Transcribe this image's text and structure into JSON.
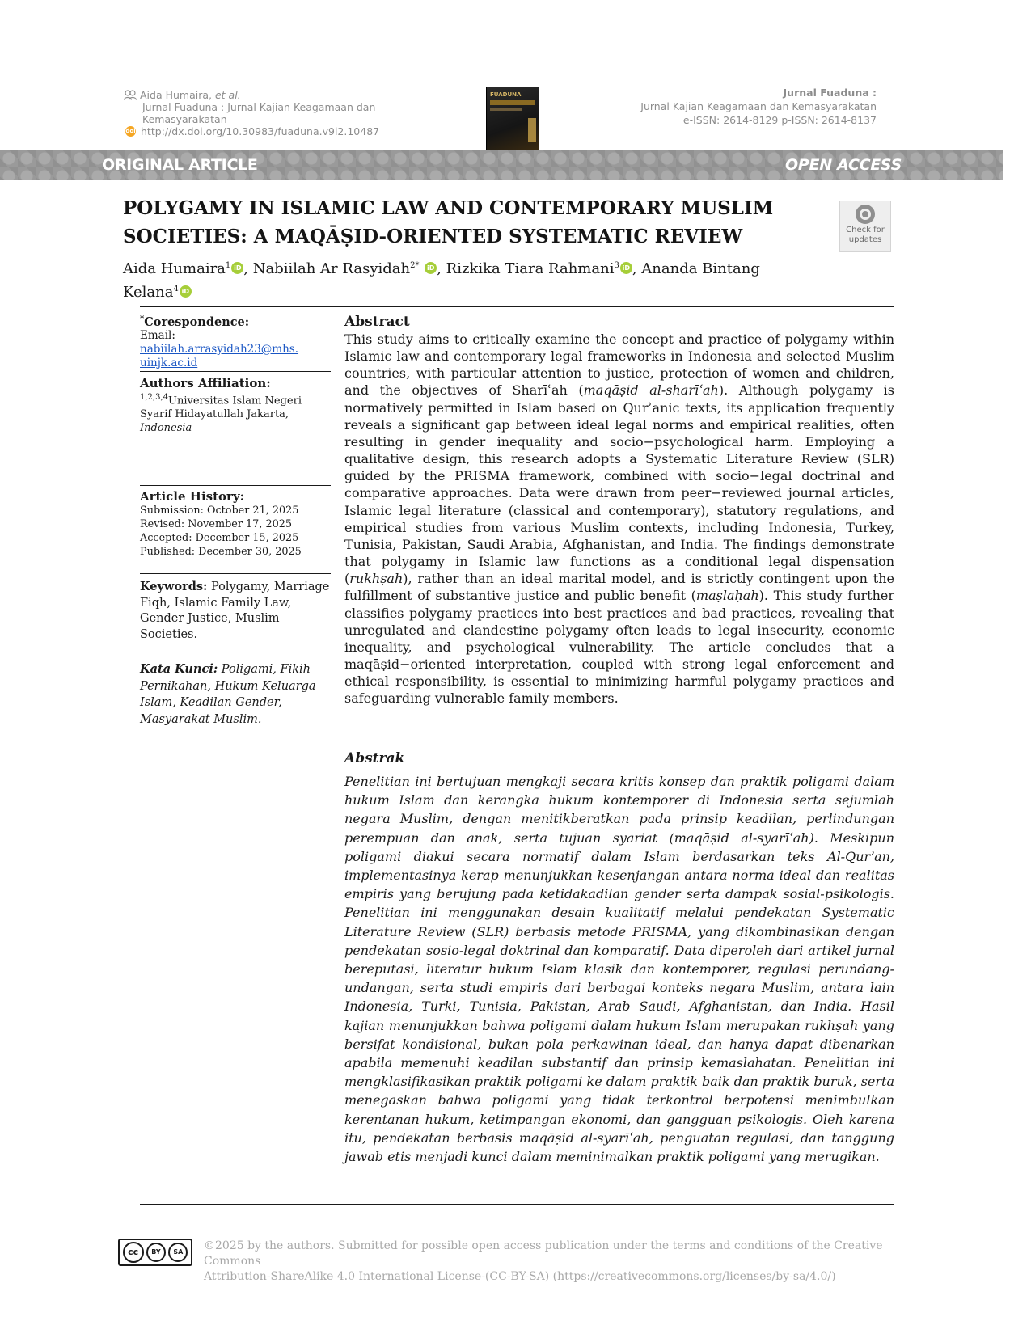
{
  "header": {
    "author_short": "Aida Humaira,",
    "et_al": "et al.",
    "journal_line1": "Jurnal Fuaduna : Jurnal Kajian Keagamaan dan",
    "journal_line2": "Kemasyarakatan",
    "doi": "http://dx.doi.org/10.30983/fuaduna.v9i2.10487",
    "doi_icon_label": "doi",
    "cover_title": "FUADUNA",
    "journal_name": "Jurnal Fuaduna :",
    "journal_subtitle": "Jurnal Kajian Keagamaan dan Kemasyarakatan",
    "issn": "e-ISSN: 2614-8129 p-ISSN: 2614-8137"
  },
  "banner": {
    "left": "ORIGINAL ARTICLE",
    "right": "OPEN ACCESS"
  },
  "article": {
    "title_line1": "POLYGAMY IN ISLAMIC LAW AND CONTEMPORARY MUSLIM",
    "title_line2": "SOCIETIES: A MAQĀṢID-ORIENTED SYSTEMATIC REVIEW",
    "check_updates": "Check for updates",
    "authors": [
      {
        "name": "Aida Humaira",
        "sup": "1"
      },
      {
        "name": ", Nabiilah Ar Rasyidah",
        "sup": "2*"
      },
      {
        "name": ", Rizkika Tiara Rahmani",
        "sup": "3"
      },
      {
        "name": ", Ananda Bintang Kelana",
        "sup": "4"
      }
    ],
    "orcid_label": "iD"
  },
  "sidebar": {
    "corr_heading": "Corespondence:",
    "corr_star": "*",
    "email_label": "Email:",
    "email_line1": "nabiilah.arrasyidah23@mhs.",
    "email_line2": "uinjk.ac.id",
    "aff_heading": "Authors Affiliation:",
    "aff_sup": "1,2,3,4",
    "aff_line1": "Universitas Islam Negeri",
    "aff_line2": "Syarif Hidayatullah Jakarta,",
    "aff_line3": "Indonesia",
    "hist_heading": "Article History:",
    "submission": "Submission: October 21, 2025",
    "revised": "Revised: November 17, 2025",
    "accepted": "Accepted: December 15, 2025",
    "published": "Published: December 30, 2025",
    "kw_heading": "Keywords:",
    "kw_text": " Polygamy, Marriage Fiqh, Islamic Family Law, Gender Justice, Muslim Societies.",
    "kk_heading": "Kata Kunci:",
    "kk_text": " Poligami, Fikih Pernikahan, Hukum Keluarga Islam, Keadilan Gender, Masyarakat Muslim."
  },
  "abstract_en": {
    "heading": "Abstract",
    "p1": "This study aims to critically examine the concept and practice of polygamy within Islamic law and contemporary legal frameworks in Indonesia and selected Muslim countries, with particular attention to justice, protection of women and children, and the objectives of Sharīʿah (",
    "t1": "maqāṣid al-sharīʿah",
    "p2": "). Although polygamy is normatively permitted in Islam based on Qurʾanic texts, its application frequently reveals a significant gap between ideal legal norms and empirical realities, often resulting in gender inequality and socio−psychological harm. Employing a qualitative design, this research adopts a Systematic Literature Review (SLR) guided by the PRISMA framework, combined with socio−legal doctrinal and comparative approaches. Data were drawn from peer−reviewed journal articles, Islamic legal literature (classical and contemporary), statutory regulations, and empirical studies from various Muslim contexts, including Indonesia, Turkey, Tunisia, Pakistan, Saudi Arabia, Afghanistan, and India. The findings demonstrate that polygamy in Islamic law functions as a conditional legal dispensation (",
    "t2": "rukhṣah",
    "p3": "), rather than an ideal marital model, and is strictly contingent upon the fulfillment of substantive justice and public benefit (",
    "t3": "maṣlaḥah",
    "p4": "). This study further classifies polygamy practices into best practices and bad practices, revealing that unregulated and clandestine polygamy often leads to legal insecurity, economic inequality, and psychological vulnerability. The article concludes that a maqāṣid−oriented interpretation, coupled with strong legal enforcement and ethical responsibility, is essential to minimizing harmful polygamy practices and safeguarding vulnerable family members."
  },
  "abstract_id": {
    "heading": "Abstrak",
    "text": "Penelitian ini bertujuan mengkaji secara kritis konsep dan praktik poligami dalam hukum Islam dan kerangka hukum kontemporer di Indonesia serta sejumlah negara Muslim, dengan menitikberatkan pada prinsip keadilan, perlindungan perempuan dan anak, serta tujuan syariat (maqāṣid al-syarīʿah). Meskipun poligami diakui secara normatif dalam Islam berdasarkan teks Al-Qurʾan, implementasinya kerap menunjukkan kesenjangan antara norma ideal dan realitas empiris yang berujung pada ketidakadilan gender serta dampak sosial-psikologis. Penelitian ini menggunakan desain kualitatif melalui pendekatan Systematic Literature Review (SLR) berbasis metode PRISMA, yang dikombinasikan dengan pendekatan sosio-legal doktrinal dan komparatif. Data diperoleh dari artikel jurnal bereputasi, literatur hukum Islam klasik dan kontemporer, regulasi perundang-undangan, serta studi empiris dari berbagai konteks negara Muslim, antara lain Indonesia, Turki, Tunisia, Pakistan, Arab Saudi, Afghanistan, dan India. Hasil kajian menunjukkan bahwa poligami dalam hukum Islam merupakan rukhṣah yang bersifat kondisional, bukan pola perkawinan ideal, dan hanya dapat dibenarkan apabila memenuhi keadilan substantif dan prinsip kemaslahatan. Penelitian ini mengklasifikasikan praktik poligami ke dalam praktik baik dan praktik buruk, serta menegaskan bahwa poligami yang tidak terkontrol berpotensi menimbulkan kerentanan hukum, ketimpangan ekonomi, dan gangguan psikologis. Oleh karena itu, pendekatan berbasis maqāṣid al-syarīʿah, penguatan regulasi, dan tanggung jawab etis menjadi kunci dalam meminimalkan praktik poligami yang merugikan."
  },
  "footer": {
    "cc_label": "cc",
    "by_label": "BY",
    "sa_label": "SA",
    "license_line1": "©2025 by the authors. Submitted for possible open access publication under the terms and conditions of the Creative Commons",
    "license_line2": "Attribution-ShareAlike 4.0 International License-(CC-BY-SA) (https://creativecommons.org/licenses/by-sa/4.0/)"
  }
}
